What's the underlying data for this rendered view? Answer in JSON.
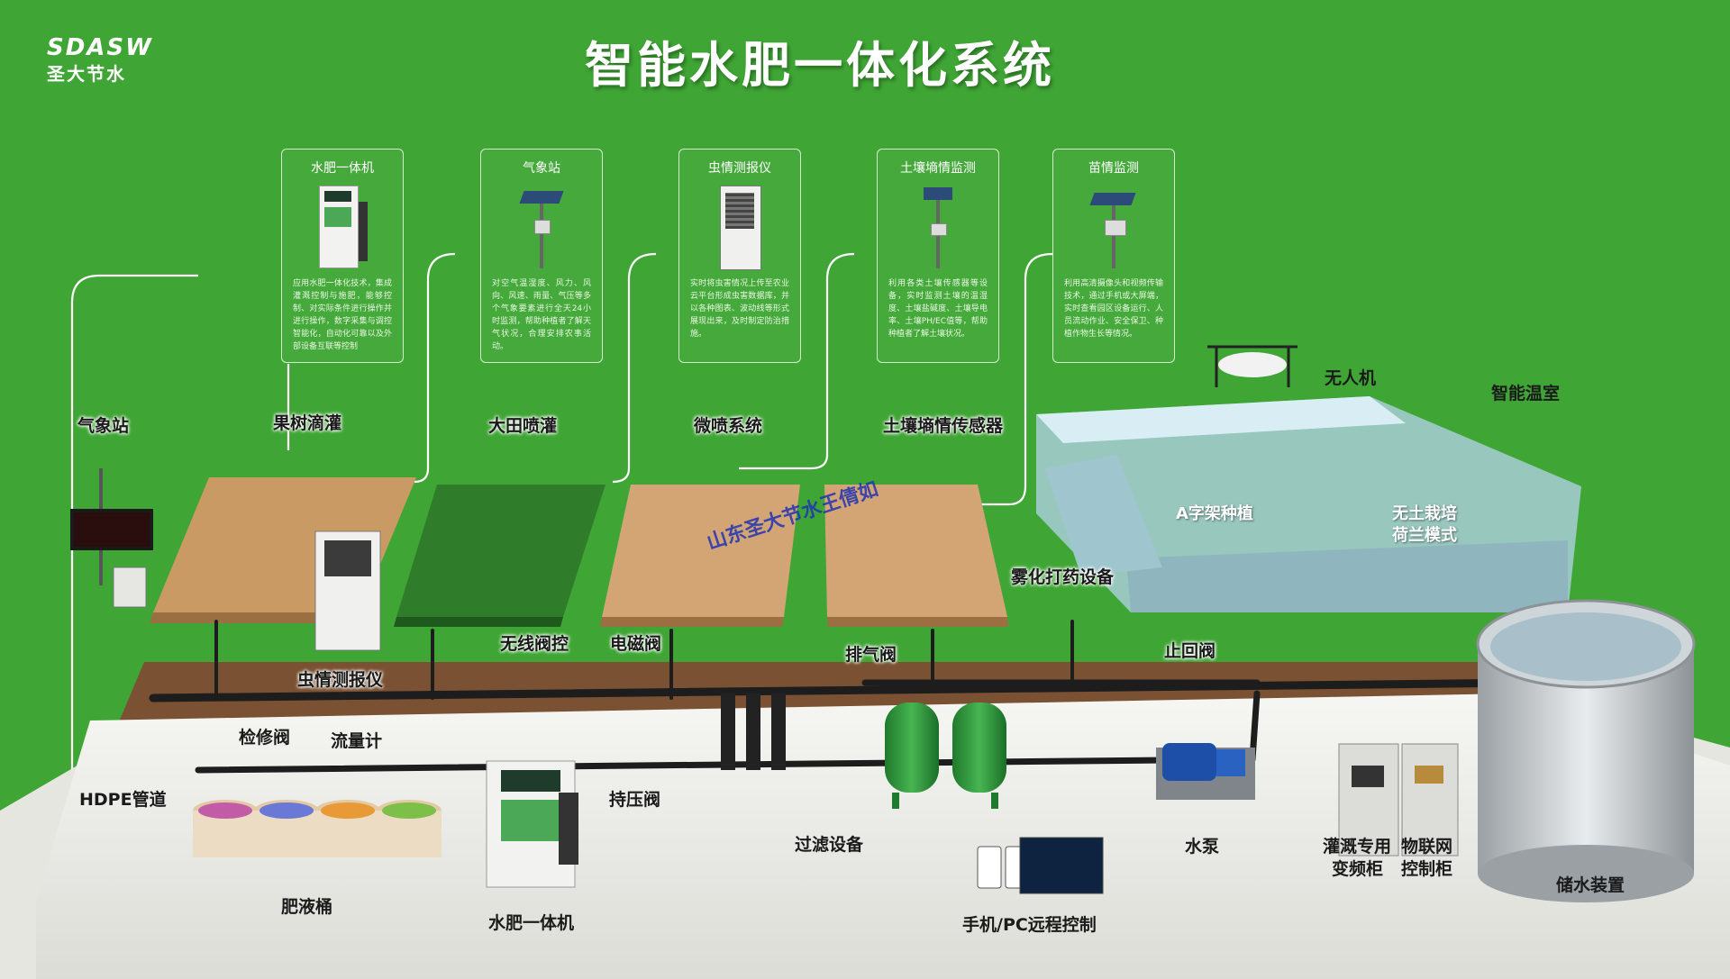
{
  "header": {
    "title": "智能水肥一体化系统",
    "logo_brand": "SDASW",
    "logo_cn": "圣大节水"
  },
  "cards": [
    {
      "title": "水肥一体机",
      "desc": "应用水肥一体化技术，集成灌溉控制与施肥，能够控制、对实际条件进行操作并进行操作，数字采集与调控智能化，自动化可靠以及外部设备互联等控制"
    },
    {
      "title": "气象站",
      "desc": "对空气温湿度、风力、风向、风速、雨量、气压等多个气象要素进行全天24小时监测，帮助种植者了解天气状况，合理安排农事活动。"
    },
    {
      "title": "虫情测报仪",
      "desc": "实时将虫害情况上传至农业云平台形成虫害数据库，并以各种图表、波动线等形式展现出来，及时制定防治措施。"
    },
    {
      "title": "土壤墒情监测",
      "desc": "利用各类土壤传感器等设备，实时监测土壤的温湿度、土壤盐碱度、土壤导电率、土壤PH/EC值等，帮助种植者了解土壤状况。"
    },
    {
      "title": "苗情监测",
      "desc": "利用高清摄像头和视频传输技术，通过手机或大屏端，实时查看园区设备运行、人员流动作业、安全保卫、种植作物生长等情况。"
    }
  ],
  "labels": {
    "weather_station": "气象站",
    "orchard_drip": "果树滴灌",
    "field_sprinkler": "大田喷灌",
    "micro_spray": "微喷系统",
    "soil_sensor": "土壤墒情传感器",
    "drone": "无人机",
    "smart_greenhouse": "智能温室",
    "a_frame": "A字架种植",
    "soilless": "无土栽培",
    "soilless2": "荷兰模式",
    "atomizer": "雾化打药设备",
    "wireless_valve": "无线阀控",
    "solenoid": "电磁阀",
    "exhaust_valve": "排气阀",
    "check_valve": "止回阀",
    "insect_monitor": "虫情测报仪",
    "repair_valve": "检修阀",
    "flowmeter": "流量计",
    "hdpe": "HDPE管道",
    "pressure_valve": "持压阀",
    "filter": "过滤设备",
    "pump": "水泵",
    "vfd_cabinet_1": "灌溉专用",
    "vfd_cabinet_2": "变频柜",
    "iot_cabinet_1": "物联网",
    "iot_cabinet_2": "控制柜",
    "storage": "储水装置",
    "fert_bucket": "肥液桶",
    "fert_machine": "水肥一体机",
    "remote_control": "手机/PC远程控制"
  },
  "watermark": "山东圣大节水王倩如",
  "colors": {
    "background": "#3fa635",
    "field_soil": "#c99a63",
    "crop_green": "#2f7d2a",
    "platform": "#ededea",
    "trench": "#7a5132",
    "pipe": "#1d1d1d",
    "tank_green": "#2e9a3a",
    "pump_blue": "#1d4fa8"
  }
}
